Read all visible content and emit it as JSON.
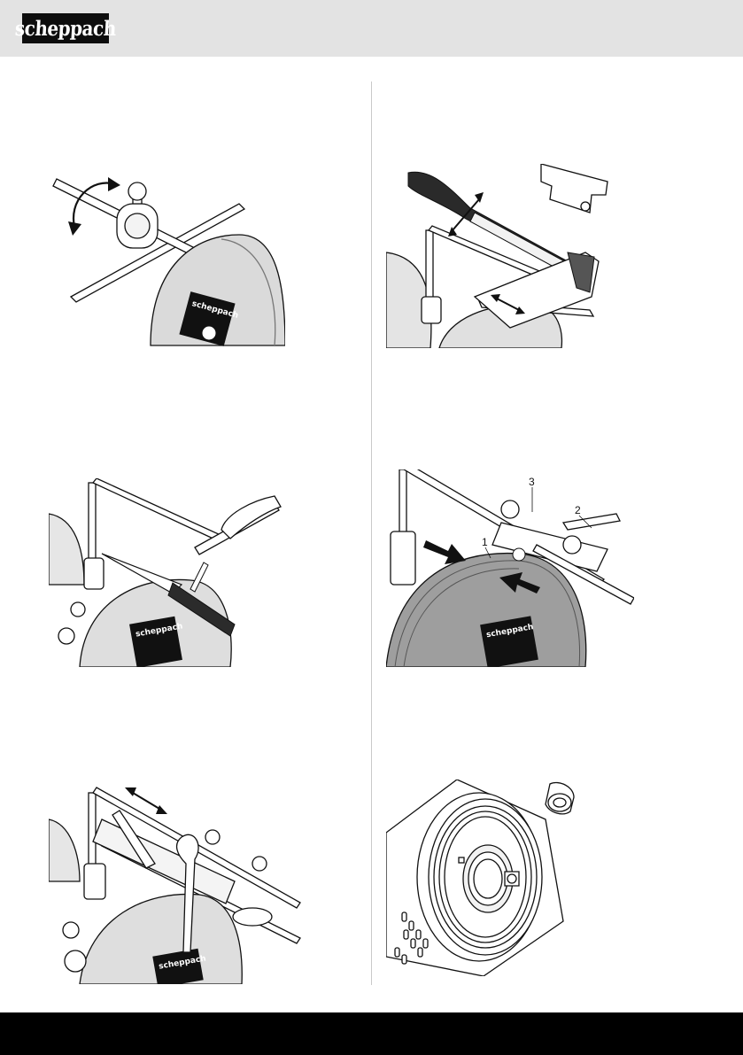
{
  "header": {
    "brand": "scheppach",
    "background": "#e3e3e3",
    "logo_background": "#0d0d0d"
  },
  "figures": [
    {
      "name": "fig-tool-rest-rotation",
      "icon": "rotation-arrow-icon"
    },
    {
      "name": "fig-axe-sharpening",
      "icons": [
        "axe-icon",
        "double-arrow-icon"
      ]
    },
    {
      "name": "fig-knife-sharpening",
      "icon": "knife-icon"
    },
    {
      "name": "fig-stone-grader",
      "callouts": {
        "one": "1",
        "two": "2",
        "three": "3"
      },
      "icon": "push-arrow-icon"
    },
    {
      "name": "fig-scissors-sharpening",
      "icon": "double-arrow-icon"
    },
    {
      "name": "fig-leather-wheel-mount",
      "icon": "knob-icon"
    }
  ],
  "wheel_label": "scheppach",
  "footer": {
    "background": "#000000"
  }
}
